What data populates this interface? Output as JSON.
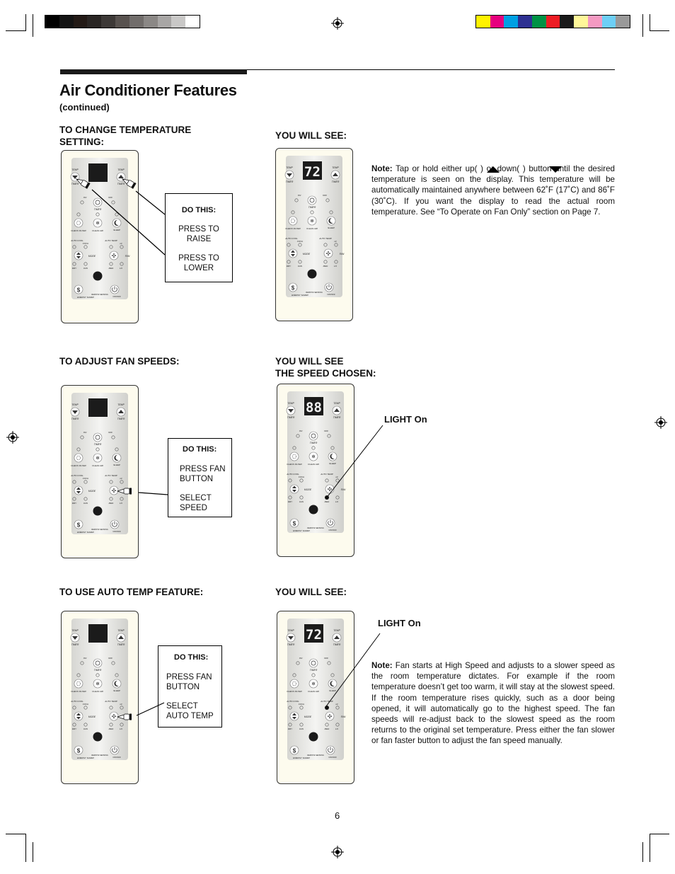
{
  "header": {
    "title": "Air Conditioner Features",
    "subtitle": "(continued)"
  },
  "colors": {
    "gray_bar": [
      "#000000",
      "#141414",
      "#231a16",
      "#2a2624",
      "#3d3937",
      "#58524f",
      "#716d6b",
      "#8b8886",
      "#a8a6a5",
      "#c9c8c7",
      "#ffffff"
    ],
    "color_bar": [
      "#fff200",
      "#e6007e",
      "#00a0e3",
      "#2e3192",
      "#009245",
      "#ed1c24",
      "#1a1a1a",
      "#fff799",
      "#f49ac2",
      "#6dcff6",
      "#999999"
    ]
  },
  "remote": {
    "temp": "TEMP",
    "timer": "TIMER",
    "on": "ON",
    "off": "OFF",
    "check_filter": "CHECK FILTER",
    "clean_air": "CLEAN AIR",
    "sleep": "SLEEP",
    "auto_cool": "AUTO COOL",
    "cool": "COOL",
    "auto_temp": "AUTO TEMP",
    "hi": "HI",
    "mode": "MODE",
    "fan": "FAN",
    "dry": "DRY",
    "med": "MED",
    "lo": "LO",
    "energy_saver": "ENERGY SAVER",
    "remote_sensing": "REMOTE SENSING",
    "on_off": "ON/OFF"
  },
  "sections": [
    {
      "left_heading_1": "TO CHANGE TEMPERATURE",
      "left_heading_2": "SETTING:",
      "right_heading_1": "YOU WILL SEE:",
      "right_heading_2": "",
      "display": "72",
      "do_this": {
        "title": "DO THIS:",
        "line1": "PRESS TO RAISE",
        "line2": "PRESS TO LOWER"
      },
      "note_label": "Note:",
      "note_text": "Tap or hold either up(      ) or down(      ) button until the desired temperature is seen on the display. This temperature will be automatically maintained anywhere between 62˚F (17˚C) and 86˚F (30˚C). If you want the display to read the actual room temperature. See “To Operate on Fan Only” section on Page 7."
    },
    {
      "left_heading_1": "TO ADJUST FAN SPEEDS:",
      "right_heading_1": "YOU WILL SEE",
      "right_heading_2": "THE SPEED CHOSEN:",
      "display": "88",
      "light_label": "LIGHT On",
      "do_this": {
        "title": "DO THIS:",
        "line1": "PRESS FAN BUTTON",
        "line2": "SELECT SPEED"
      }
    },
    {
      "left_heading_1": "TO USE AUTO TEMP FEATURE:",
      "right_heading_1": "YOU WILL SEE:",
      "display": "72",
      "light_label": "LIGHT On",
      "do_this": {
        "title": "DO THIS:",
        "line1": "PRESS FAN BUTTON",
        "line2": "SELECT AUTO TEMP"
      },
      "note_label": "Note:",
      "note_text": "Fan starts at High Speed and adjusts to a slower speed as the room temperature dictates. For example if the room temperature doesn’t get too warm, it will stay at the slowest speed. If the room temperature rises quickly, such as a door being opened, it will automatically go to  the  highest speed. The fan speeds will re-adjust back to the slowest speed as the room returns to the original set temperature. Press either the fan slower or fan faster button to adjust the fan speed manually."
    }
  ],
  "footer": {
    "page_number": "6"
  }
}
